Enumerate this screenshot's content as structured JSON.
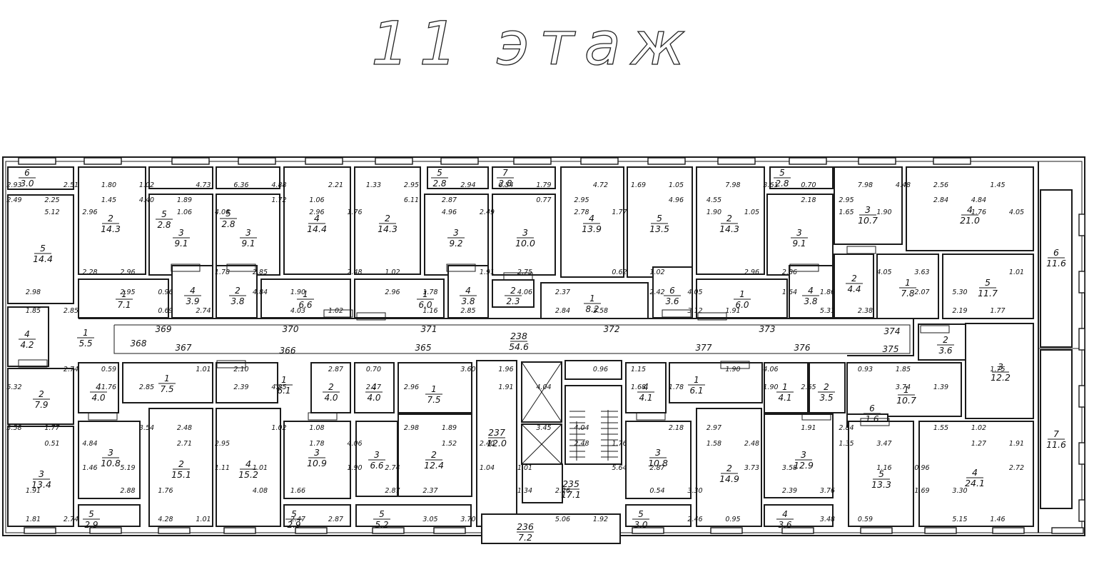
{
  "title": "11 этаж",
  "rooms": [
    {
      "num": "6",
      "area": "3.0"
    },
    {
      "num": "5",
      "area": "14.4"
    },
    {
      "num": "4",
      "area": "4.2"
    },
    {
      "num": "2",
      "area": "7.9"
    },
    {
      "num": "3",
      "area": "13.4"
    },
    {
      "num": "2",
      "area": "14.3"
    },
    {
      "num": "1",
      "area": "7.1"
    },
    {
      "num": "4",
      "area": "4.0"
    },
    {
      "num": "3",
      "area": "10.8"
    },
    {
      "num": "5",
      "area": "2.9"
    },
    {
      "num": "5",
      "area": "2.8"
    },
    {
      "num": "3",
      "area": "9.1"
    },
    {
      "num": "4",
      "area": "3.9"
    },
    {
      "num": "1",
      "area": "7.5"
    },
    {
      "num": "2",
      "area": "15.1"
    },
    {
      "num": "5",
      "area": "2.8"
    },
    {
      "num": "3",
      "area": "9.1"
    },
    {
      "num": "2",
      "area": "3.8"
    },
    {
      "num": "1",
      "area": "6.1"
    },
    {
      "num": "4",
      "area": "15.2"
    },
    {
      "num": "4",
      "area": "14.4"
    },
    {
      "num": "1",
      "area": "6.6"
    },
    {
      "num": "2",
      "area": "4.0"
    },
    {
      "num": "3",
      "area": "10.9"
    },
    {
      "num": "5",
      "area": "2.9"
    },
    {
      "num": "2",
      "area": "14.3"
    },
    {
      "num": "4",
      "area": "4.0"
    },
    {
      "num": "3",
      "area": "6.6"
    },
    {
      "num": "5",
      "area": "5.2"
    },
    {
      "num": "5",
      "area": "2.8"
    },
    {
      "num": "3",
      "area": "9.2"
    },
    {
      "num": "1",
      "area": "6.0"
    },
    {
      "num": "4",
      "area": "3.8"
    },
    {
      "num": "1",
      "area": "7.5"
    },
    {
      "num": "2",
      "area": "12.4"
    },
    {
      "num": "7",
      "area": "2.8"
    },
    {
      "num": "3",
      "area": "10.0"
    },
    {
      "num": "2",
      "area": "2.3"
    },
    {
      "num": "4",
      "area": "13.9"
    },
    {
      "num": "1",
      "area": "8.2"
    },
    {
      "num": "5",
      "area": "13.5"
    },
    {
      "num": "6",
      "area": "3.6"
    },
    {
      "num": "4",
      "area": "4.1"
    },
    {
      "num": "3",
      "area": "10.8"
    },
    {
      "num": "5",
      "area": "3.0"
    },
    {
      "num": "2",
      "area": "14.3"
    },
    {
      "num": "1",
      "area": "6.0"
    },
    {
      "num": "1",
      "area": "6.1"
    },
    {
      "num": "2",
      "area": "14.9"
    },
    {
      "num": "5",
      "area": "2.8"
    },
    {
      "num": "3",
      "area": "9.1"
    },
    {
      "num": "4",
      "area": "3.8"
    },
    {
      "num": "1",
      "area": "4.1"
    },
    {
      "num": "3",
      "area": "12.9"
    },
    {
      "num": "4",
      "area": "3.6"
    },
    {
      "num": "3",
      "area": "10.7"
    },
    {
      "num": "2",
      "area": "4.4"
    },
    {
      "num": "2",
      "area": "3.5"
    },
    {
      "num": "4",
      "area": "21.0"
    },
    {
      "num": "1",
      "area": "7.8"
    },
    {
      "num": "5",
      "area": "11.7"
    },
    {
      "num": "2",
      "area": "3.6"
    },
    {
      "num": "1",
      "area": "10.7"
    },
    {
      "num": "6",
      "area": "1.6"
    },
    {
      "num": "3",
      "area": "12.2"
    },
    {
      "num": "5",
      "area": "13.3"
    },
    {
      "num": "4",
      "area": "24.1"
    },
    {
      "num": "6",
      "area": "11.6"
    },
    {
      "num": "7",
      "area": "11.6"
    },
    {
      "num": "1",
      "area": "5.5"
    },
    {
      "num": "238",
      "area": "54.6"
    },
    {
      "num": "237",
      "area": "12.0"
    },
    {
      "num": "235",
      "area": "17.1"
    },
    {
      "num": "236",
      "area": "7.2"
    }
  ],
  "corridor_labels": [
    "369",
    "370",
    "371",
    "372",
    "373",
    "374",
    "368",
    "367",
    "366",
    "365",
    "377",
    "376",
    "375"
  ],
  "dims": [
    "2.93",
    "1.02",
    "4.88",
    "2.95",
    "1.79",
    "1.05",
    "0.70",
    "2.56",
    "2.25",
    "1.89",
    "1.06",
    "2.87",
    "2.95",
    "4.55",
    "2.95",
    "4.84",
    "2.96",
    "4.06",
    "1.76",
    "2.49",
    "1.77",
    "1.05",
    "1.90",
    "4.05",
    "2.96",
    "2.85",
    "1.02",
    "2.75",
    "1.02",
    "2.86",
    "3.63",
    "2.98",
    "0.96",
    "1.90",
    "1.78",
    "2.37",
    "4.05",
    "1.86",
    "5.30",
    "2.85",
    "2.74",
    "1.02",
    "2.85",
    "3.58",
    "1.91",
    "2.38",
    "1.77",
    "0.59",
    "2.10",
    "0.70",
    "1.96",
    "1.15",
    "4.06",
    "1.85",
    "5.32",
    "2.85",
    "4.85",
    "2.96",
    "4.04",
    "1.78",
    "2.65",
    "1.39",
    "1.77",
    "2.48",
    "1.08",
    "1.89",
    "4.04",
    "2.97",
    "2.84",
    "1.02",
    "4.84",
    "2.95",
    "4.06",
    "2.40",
    "1.76",
    "2.48",
    "3.47",
    "1.91",
    "5.19",
    "1.01",
    "2.74",
    "1.01",
    "2.87",
    "3.58",
    "0.96",
    "1.91",
    "1.76",
    "1.66",
    "2.37",
    "2.26",
    "3.30",
    "3.76",
    "3.30",
    "2.74",
    "1.01",
    "2.87",
    "3.70",
    "1.92",
    "0.95",
    "0.59",
    "1.46",
    "1.80",
    "6.36",
    "1.33",
    "0.54",
    "1.69",
    "3.61",
    "4.48",
    "2.49",
    "4.40",
    "1.72",
    "6.11",
    "0.77",
    "4.96",
    "2.18",
    "2.84",
    "5.12",
    "1.06",
    "2.96",
    "4.96",
    "2.78",
    "1.90",
    "1.65",
    "1.76",
    "2.28",
    "1.78",
    "2.48",
    "1.91",
    "0.62",
    "2.96",
    "4.05",
    "1.01",
    "2.95",
    "4.84",
    "2.96",
    "4.06",
    "2.42",
    "1.64",
    "2.07",
    "1.85",
    "0.69",
    "4.03",
    "1.16",
    "2.84",
    "3.12",
    "5.31",
    "2.19",
    "2.74",
    "1.01",
    "2.87",
    "3.60",
    "0.96",
    "1.90",
    "0.93",
    "1.75",
    "1.76",
    "2.39",
    "2.17",
    "1.91",
    "1.68",
    "1.90",
    "3.74",
    "3.58",
    "3.54",
    "1.02",
    "2.98",
    "3.45",
    "2.18",
    "1.91",
    "1.55",
    "0.51",
    "2.71",
    "1.78",
    "1.52",
    "2.48",
    "1.58",
    "1.35",
    "1.27",
    "1.46",
    "1.11",
    "1.90",
    "1.04",
    "5.64",
    "3.73",
    "1.16",
    "2.72",
    "2.88",
    "4.08",
    "2.87",
    "1.34",
    "0.54",
    "2.39",
    "1.69",
    "1.81",
    "4.28",
    "2.47",
    "3.05",
    "5.06",
    "2.46",
    "3.48",
    "5.15",
    "2.51",
    "4.73",
    "2.21",
    "2.94",
    "4.72",
    "7.98",
    "7.98",
    "1.45",
    "1.45"
  ]
}
